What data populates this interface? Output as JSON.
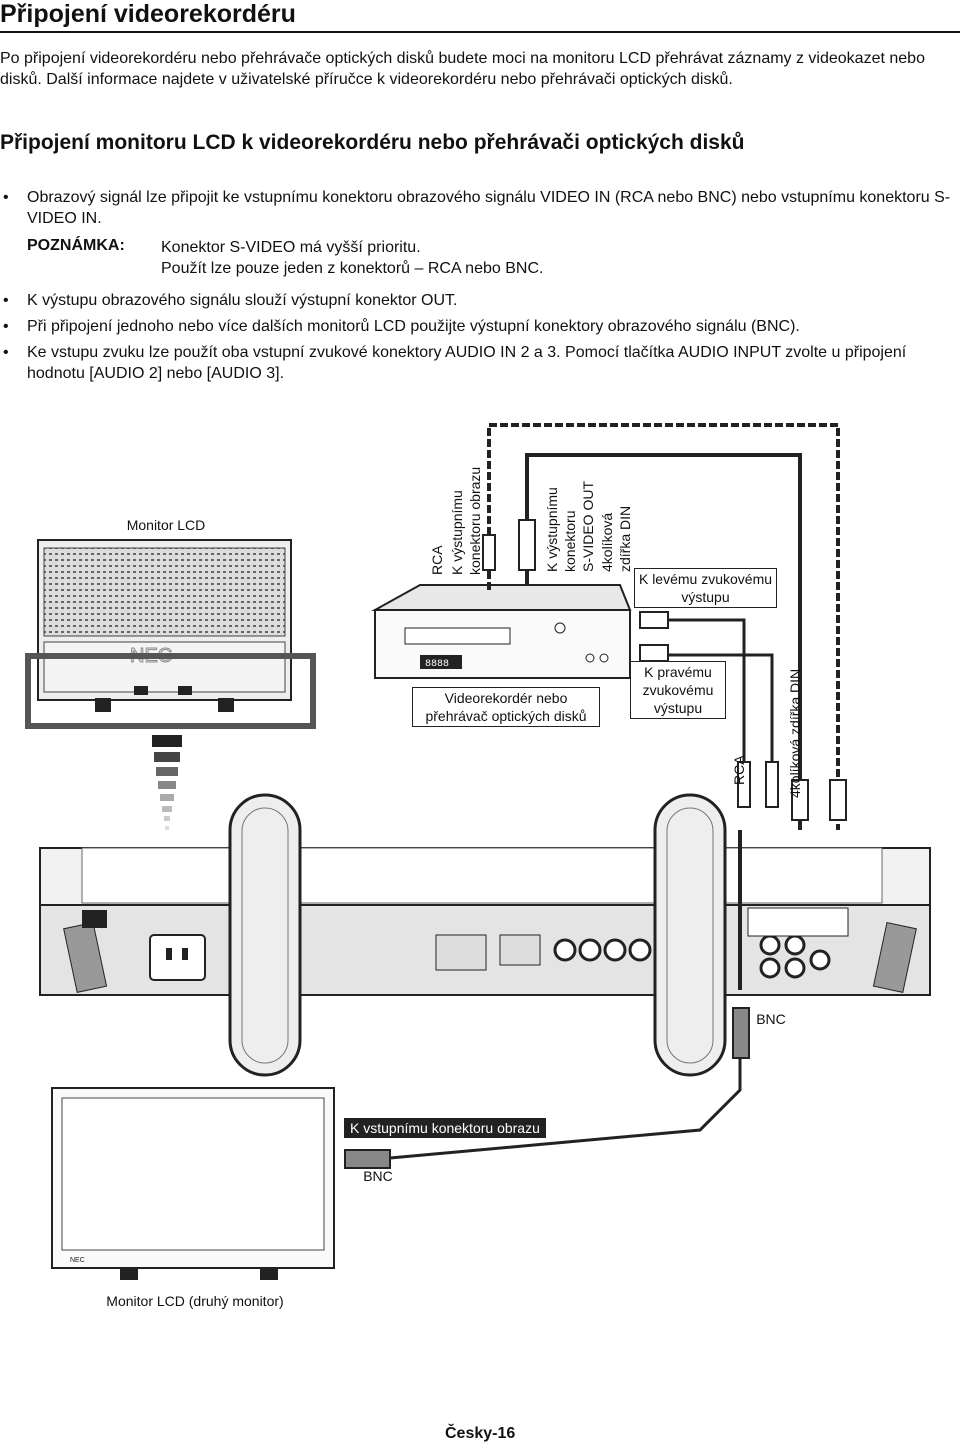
{
  "page": {
    "title": "Připojení videorekordéru",
    "intro": "Po připojení videorekordéru nebo přehrávače optických disků budete moci na monitoru LCD přehrávat záznamy z videokazet nebo disků. Další informace najdete v uživatelské příručce k videorekordéru nebo přehrávači optických disků.",
    "section_title": "Připojení monitoru LCD k videorekordéru nebo přehrávači optických disků",
    "bullets": [
      "Obrazový signál lze připojit ke vstupnímu konektoru obrazového signálu VIDEO IN (RCA nebo BNC) nebo vstupnímu konektoru S-VIDEO IN.",
      "K výstupu obrazového signálu slouží výstupní konektor OUT.",
      "Při připojení jednoho nebo více dalších monitorů LCD použijte výstupní konektory obrazového signálu (BNC).",
      "Ke vstupu zvuku lze použít oba vstupní zvukové konektory AUDIO IN 2 a 3. Pomocí tlačítka AUDIO INPUT zvolte u připojení hodnotu [AUDIO 2] nebo [AUDIO 3]."
    ],
    "bullet_symbol": "•",
    "note": {
      "label": "POZNÁMKA:",
      "line1": "Konektor S-VIDEO má vyšší prioritu.",
      "line2": "Použít lze pouze jeden z konektorů – RCA nebo BNC."
    },
    "page_number": "Česky-16"
  },
  "diagram": {
    "monitor_lcd": "Monitor LCD",
    "monitor_second": "Monitor LCD (druhý monitor)",
    "vcr": "Videorekordér nebo přehrávač optických disků",
    "rca_top": "RCA",
    "video_in_1": "K výstupnímu",
    "video_in_2": "konektoru obrazu",
    "svideo_1": "K výstupnímu",
    "svideo_2": "konektoru",
    "svideo_3": "S-VIDEO OUT",
    "din_1": "4kolíková",
    "din_2": "zdířka DIN",
    "left_audio": "K levému zvukovému výstupu",
    "right_audio": "K pravému zvukovému výstupu",
    "rca_bottom": "RCA",
    "din_bottom": "4kolíková zdířka DIN",
    "bnc_1": "BNC",
    "bnc_2": "BNC",
    "video_out_label": "K vstupnímu konektoru obrazu",
    "vcr_display": "8888",
    "brand": "NEC"
  }
}
